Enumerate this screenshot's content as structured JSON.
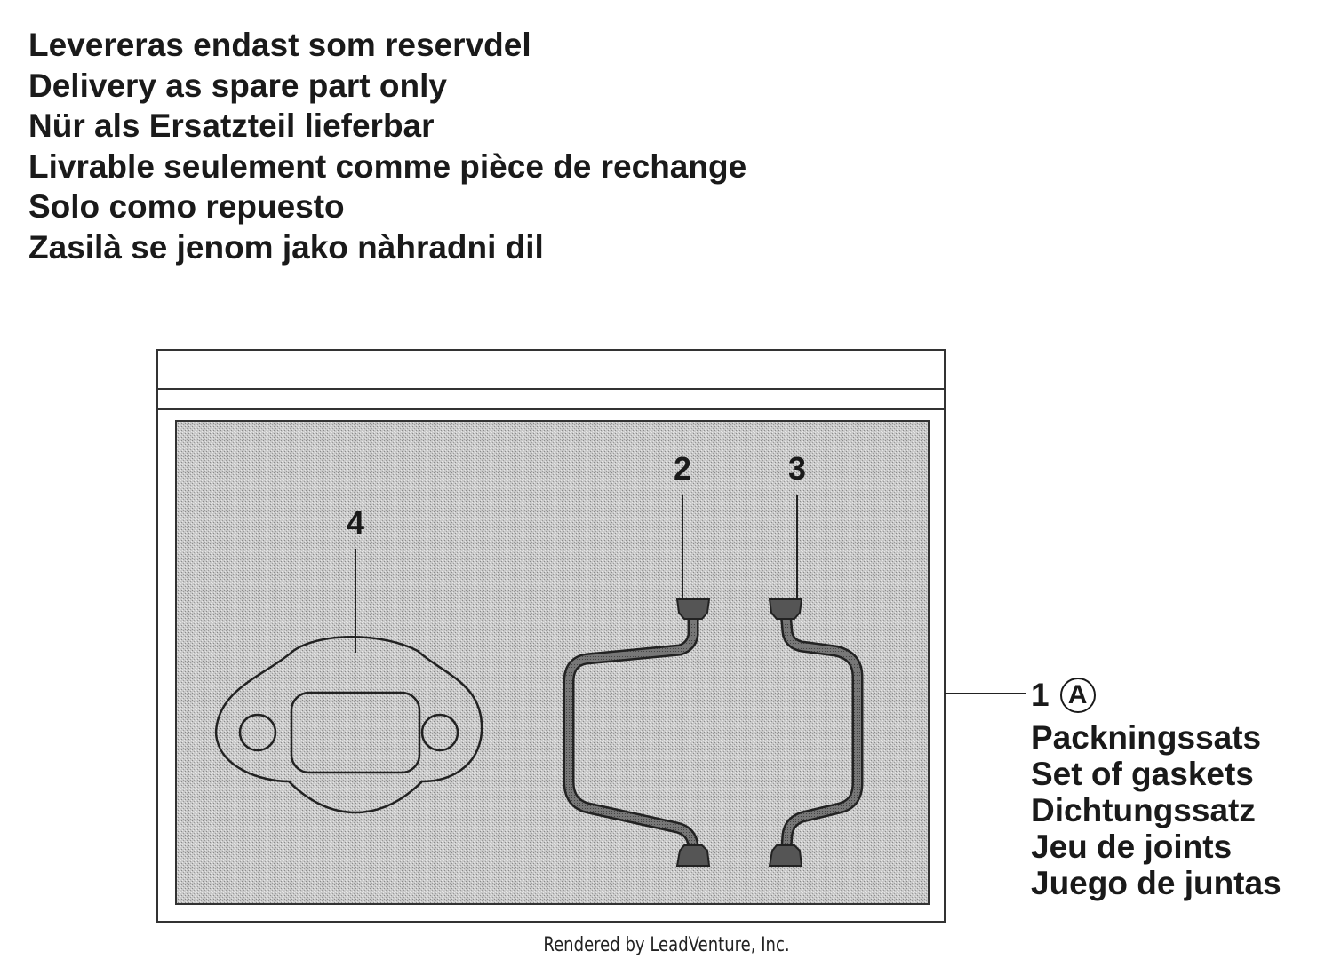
{
  "notes": [
    "Levereras endast som reservdel",
    "Delivery as spare part only",
    "Nür als Ersatzteil lieferbar",
    "Livrable seulement comme pièce de rechange",
    "Solo como repuesto",
    "Zasilà se jenom jako nàhradni dil"
  ],
  "callouts": {
    "part_2": "2",
    "part_3": "3",
    "part_4": "4"
  },
  "kit": {
    "number": "1",
    "marker": "A",
    "labels": [
      "Packningssats",
      "Set of gaskets",
      "Dichtungssatz",
      "Jeu de joints",
      "Juego de juntas"
    ]
  },
  "footer": "Rendered by LeadVenture, Inc."
}
